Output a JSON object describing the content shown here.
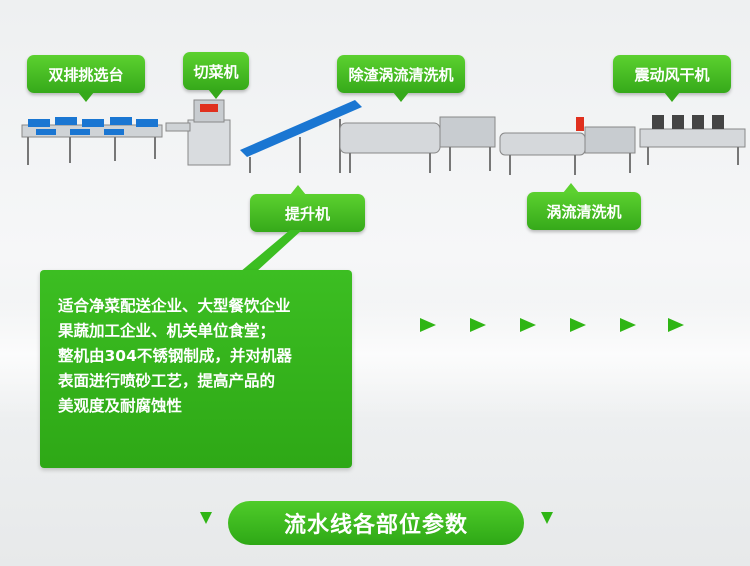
{
  "colors": {
    "accent_green": "#36a91a",
    "arrow_green": "#2fb515",
    "background": "#eef0f1"
  },
  "labels": {
    "sorting_table": "双排挑选台",
    "cutter": "切菜机",
    "washer_residue": "除渣涡流清洗机",
    "dryer": "震动风干机",
    "lifter": "提升机",
    "washer_vortex": "涡流清洗机"
  },
  "info_lines": [
    "适合净菜配送企业、大型餐饮企业",
    "果蔬加工企业、机关单位食堂；",
    "整机由304不锈钢制成，并对机器",
    "表面进行喷砂工艺，提高产品的",
    "美观度及耐腐蚀性"
  ],
  "footer_title": "流水线各部位参数",
  "flow_arrow_count": 6
}
